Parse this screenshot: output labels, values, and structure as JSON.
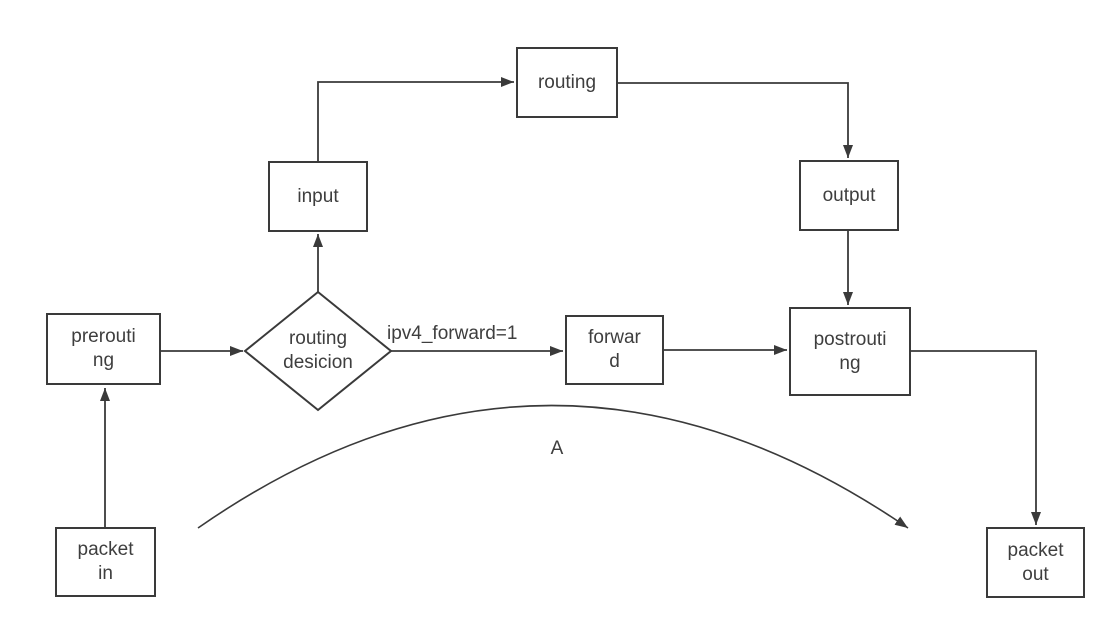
{
  "diagram": {
    "type": "flowchart",
    "stroke_color": "#3a3a3a",
    "text_color": "#3e3e3e",
    "background_color": "#ffffff",
    "nodes": {
      "routing_top": {
        "label": "routing",
        "shape": "rect",
        "lines": [
          "routing"
        ]
      },
      "input": {
        "label": "input",
        "shape": "rect",
        "lines": [
          "input"
        ]
      },
      "output": {
        "label": "output",
        "shape": "rect",
        "lines": [
          "output"
        ]
      },
      "prerouting": {
        "label": "prerouting",
        "shape": "rect",
        "lines": [
          "prerouti",
          "ng"
        ]
      },
      "routing_decision": {
        "label": "routing desicion",
        "shape": "diamond",
        "lines": [
          "routing",
          "desicion"
        ]
      },
      "forward": {
        "label": "forward",
        "shape": "rect",
        "lines": [
          "forwar",
          "d"
        ]
      },
      "postrouting": {
        "label": "postrouting",
        "shape": "rect",
        "lines": [
          "postrouti",
          "ng"
        ]
      },
      "packet_in": {
        "label": "packet in",
        "shape": "rect",
        "lines": [
          "packet",
          "in"
        ]
      },
      "packet_out": {
        "label": "packet out",
        "shape": "rect",
        "lines": [
          "packet",
          "out"
        ]
      }
    },
    "edge_labels": {
      "ipv4_forward": "ipv4_forward=1",
      "bypass_curve": "A"
    },
    "edges": [
      "packet in -> prerouting",
      "prerouting -> routing desicion",
      "routing desicion -> input",
      "input -> routing",
      "routing -> output",
      "output -> postrouting",
      "routing desicion -> forward (ipv4_forward=1)",
      "forward -> postrouting",
      "postrouting -> packet out",
      "curved bypass arrow A: bottom-left to bottom-right"
    ]
  }
}
